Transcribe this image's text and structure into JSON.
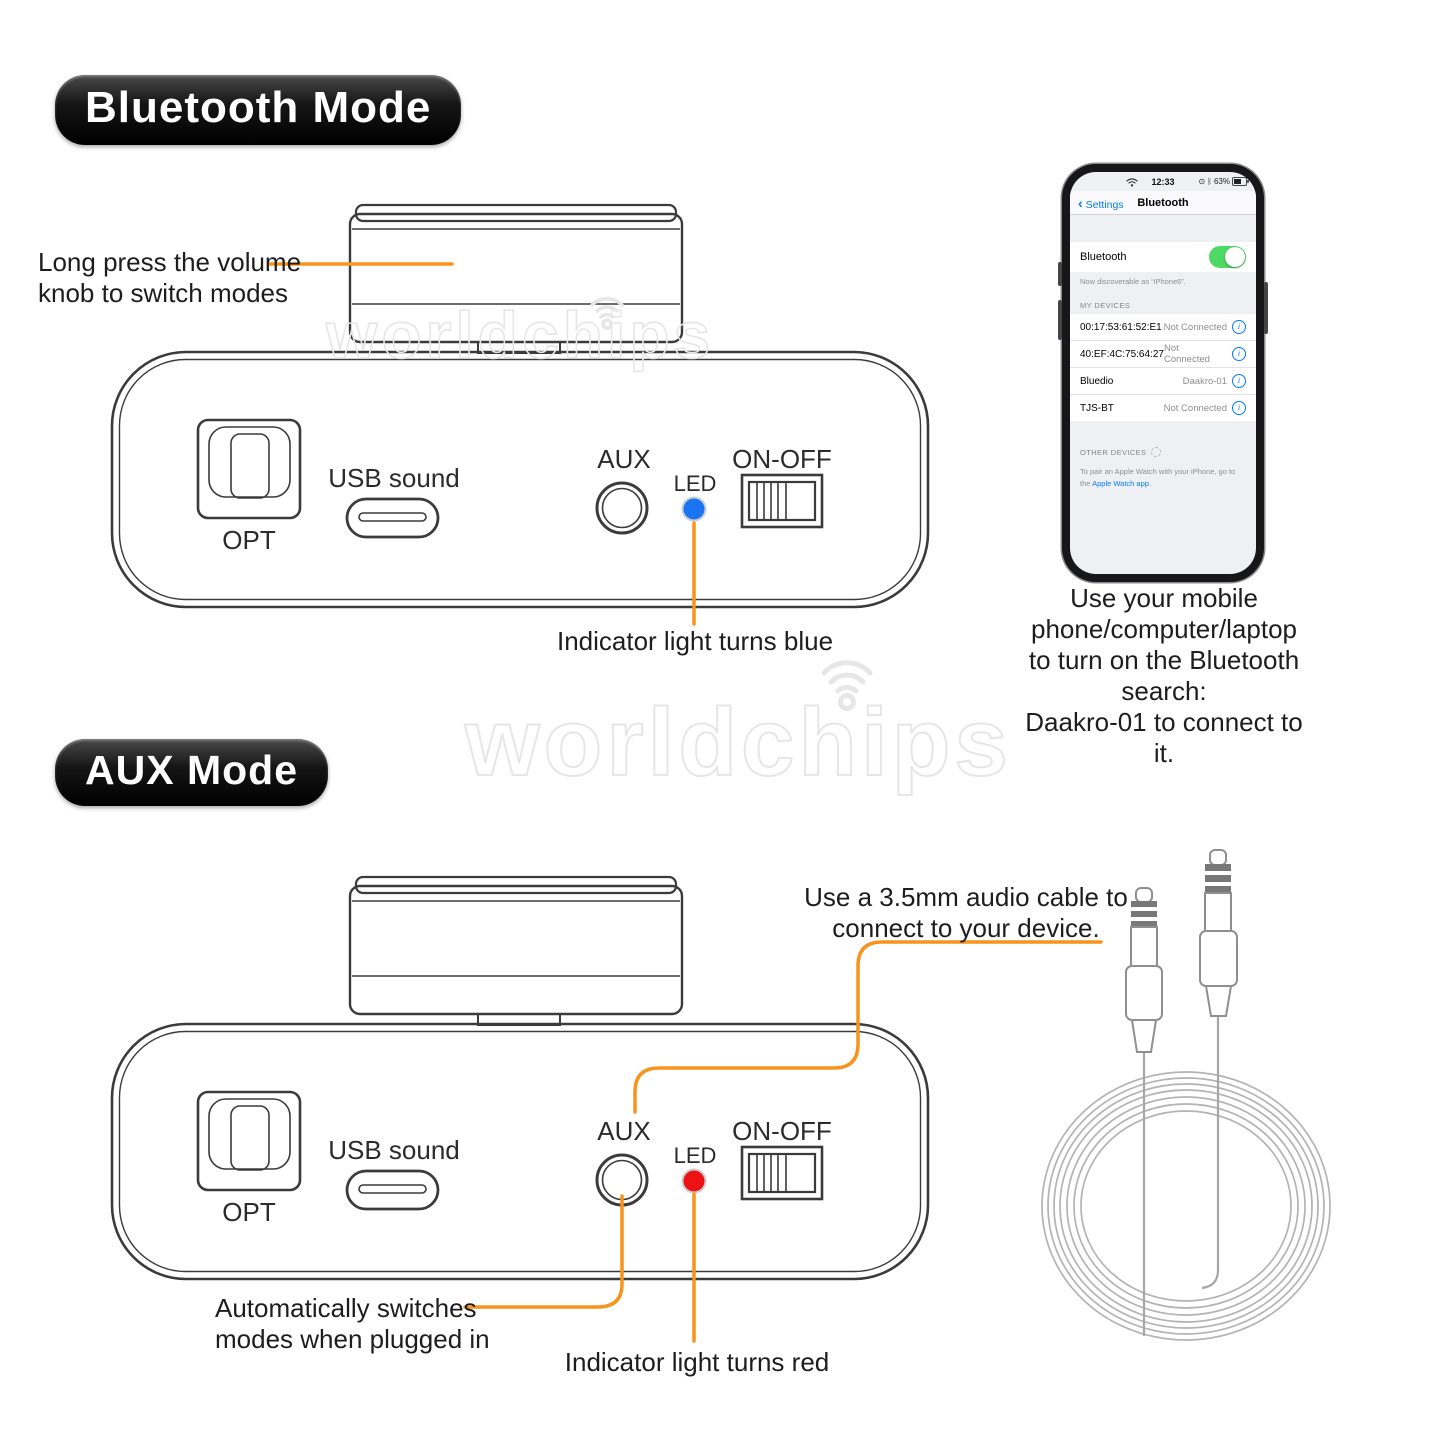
{
  "colors": {
    "accent_orange": "#F7941E",
    "led_blue": "#1B75F2",
    "led_red": "#EE1313",
    "ios_blue": "#007AFF",
    "toggle_green": "#4CD964",
    "watermark_gray": "#E6E6E6"
  },
  "watermark": {
    "text": "worldchips"
  },
  "sections": {
    "bluetooth": {
      "badge": "Bluetooth Mode",
      "knob_note_line1": "Long press the volume",
      "knob_note_line2": "knob to switch modes",
      "indicator_note": "Indicator light turns blue",
      "phone_caption_line1": "Use your mobile phone/computer/laptop",
      "phone_caption_line2": "to turn on the Bluetooth search:",
      "phone_caption_line3": "Daakro-01 to connect to it."
    },
    "aux": {
      "badge": "AUX Mode",
      "cable_note_line1": "Use a 3.5mm audio cable to",
      "cable_note_line2": "connect to your device.",
      "auto_note_line1": "Automatically switches",
      "auto_note_line2": "modes when plugged in",
      "indicator_note": "Indicator light turns red"
    }
  },
  "device": {
    "opt_label": "OPT",
    "usb_label": "USB sound",
    "aux_label": "AUX",
    "led_label": "LED",
    "power_label": "ON-OFF"
  },
  "phone": {
    "status": {
      "time": "12:33",
      "battery": "63%"
    },
    "nav": {
      "back": "Settings",
      "title": "Bluetooth"
    },
    "toggle_row": {
      "label": "Bluetooth",
      "state": "on"
    },
    "discoverable_note": "Now discoverable as “iPhone6”.",
    "my_devices_header": "MY DEVICES",
    "devices": [
      {
        "name": "00:17:53:61:52:E1",
        "status": "Not Connected"
      },
      {
        "name": "40:EF:4C:75:64:27",
        "status": "Not Connected"
      },
      {
        "name": "Bluedio",
        "status": "Daakro-01"
      },
      {
        "name": "TJS-BT",
        "status": "Not Connected"
      }
    ],
    "other_devices_header": "OTHER DEVICES",
    "pair_note_prefix": "To pair an Apple Watch with your iPhone, go to the ",
    "pair_note_link": "Apple Watch app",
    "pair_note_suffix": "."
  }
}
